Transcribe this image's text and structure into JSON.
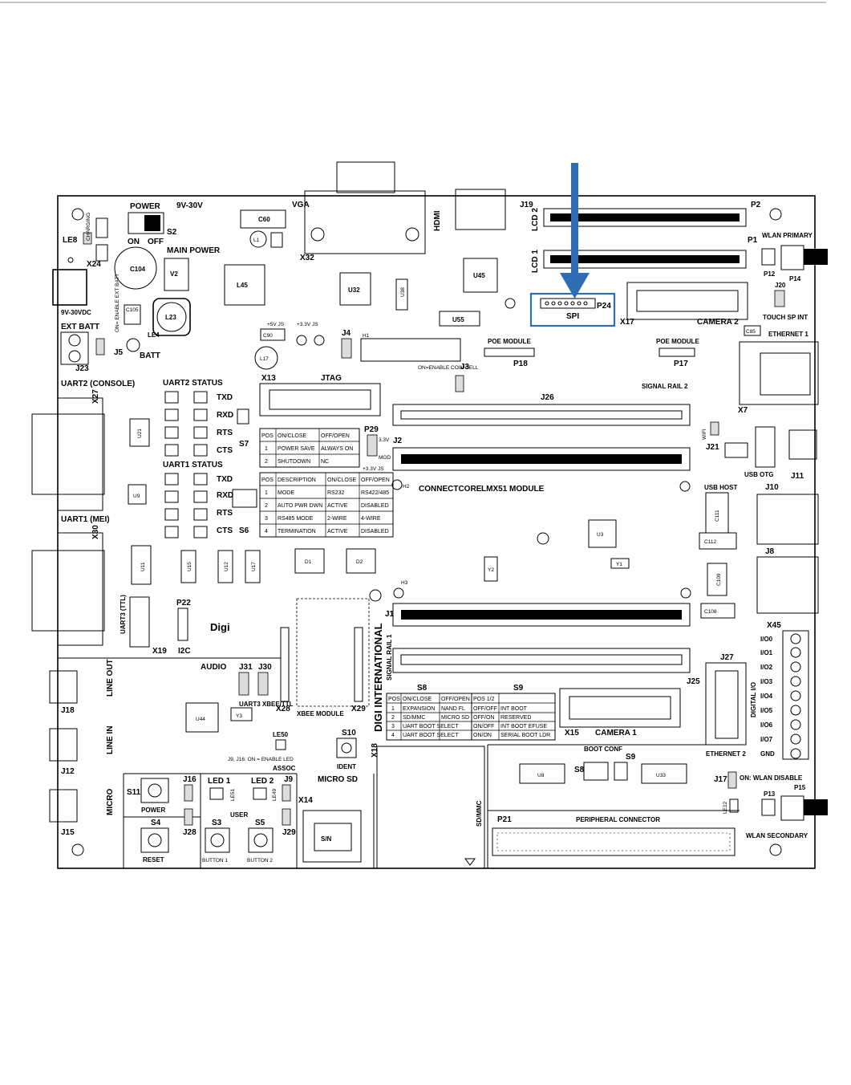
{
  "colors": {
    "highlight": "#2e6db4",
    "arrow": "#2e6db4",
    "ink": "#000000"
  },
  "labels": {
    "power": "POWER",
    "v9_30v": "9V-30V",
    "s2": "S2",
    "on": "ON",
    "off": "OFF",
    "main_power": "MAIN POWER",
    "le8": "LE8",
    "charging": "CHARGING",
    "x24": "X24",
    "c104": "C104",
    "v2": "V2",
    "l23": "L23",
    "l45": "L45",
    "v9_30vdc": "9V-30VDC",
    "on_enable_ext_batt": "ON= ENABLE EXT BATT",
    "ext_batt": "EXT BATT",
    "c105": "C105",
    "j23": "J23",
    "j5": "J5",
    "batt": "BATT",
    "le4": "LE4",
    "c60": "C60",
    "l1": "L1",
    "vga": "VGA",
    "x32": "X32",
    "u32": "U32",
    "u38": "U38",
    "hdmi": "HDMI",
    "j19": "J19",
    "u45": "U45",
    "u55": "U55",
    "lcd2": "LCD 2",
    "lcd1": "LCD 1",
    "p2": "P2",
    "p1": "P1",
    "wlan_primary": "WLAN PRIMARY",
    "p12": "P12",
    "p14": "P14",
    "spi": "SPI",
    "p24": "P24",
    "x17": "X17",
    "camera2": "CAMERA 2",
    "touch_sp_int": "TOUCH SP INT",
    "j20": "J20",
    "c85": "C85",
    "ethernet1": "ETHERNET 1",
    "poe_module_left": "POE MODULE",
    "p18": "P18",
    "poe_module_right": "POE MODULE",
    "p17": "P17",
    "v5_js": "+5V JS",
    "v33_js": "+3.3V JS",
    "j4": "J4",
    "c90": "C90",
    "h1": "H1",
    "l17": "L17",
    "x13": "X13",
    "jtag": "JTAG",
    "on_enable_coin_cell": "ON=ENABLE COIN CELL",
    "j3": "J3",
    "signal_rail_2": "SIGNAL RAIL 2",
    "j26_top": "J26",
    "x7": "X7",
    "uart2_console": "UART2 (CONSOLE)",
    "x27": "X27",
    "uart2_status": "UART2 STATUS",
    "txd": "TXD",
    "rxd": "RXD",
    "rts": "RTS",
    "cts": "CTS",
    "s7": "S7",
    "u21": "U21",
    "uart1_status": "UART1 STATUS",
    "s6": "S6",
    "u9": "U9",
    "p29": "P29",
    "v33": "3.3V",
    "j2": "J2",
    "mod": "MOD",
    "v33_js2": "+3.3V JS",
    "connectcore": "CONNECTCORE",
    "lmx51_module": "LMX51 MODULE",
    "h2": "H2",
    "h3": "H3",
    "u3": "U3",
    "y2": "Y2",
    "y1": "Y1",
    "j1": "J1",
    "j25": "J25",
    "wifi": "WIFI",
    "j21": "J21",
    "usb_otg": "USB OTG",
    "j11": "J11",
    "usb_host": "USB HOST",
    "j10": "J10",
    "c111": "C111",
    "c112": "C112",
    "j8": "J8",
    "c109": "C109",
    "c108": "C108",
    "uart1_mei": "UART1 (MEI)",
    "x30": "X30",
    "u11": "U11",
    "u15": "U15",
    "u12": "U12",
    "u17": "U17",
    "d1": "D1",
    "d2": "D2",
    "uart3_ttl": "UART3 (TTL)",
    "x19": "X19",
    "p22": "P22",
    "i2c": "I2C",
    "digi": "Digi",
    "digi_international": "DIGI INTERNATIONAL",
    "signal_rail_1": "SIGNAL RAIL 1",
    "audio": "AUDIO",
    "j31": "J31",
    "j30": "J30",
    "uart3_xbee_ttl": "UART3 XBEE/TTL",
    "line_out": "LINE OUT",
    "j18": "J18",
    "u44": "U44",
    "y3": "Y3",
    "x28": "X28",
    "xbee_module": "XBEE MODULE",
    "x29": "X29",
    "le50": "LE50",
    "assoc": "ASSOC",
    "s10": "S10",
    "ident": "IDENT",
    "line_in": "LINE IN",
    "j12": "J12",
    "j9_j16": "J9, J16: ON = ENABLE LED",
    "micro": "MICRO",
    "j15": "J15",
    "s11": "S11",
    "power_btn": "POWER",
    "s4": "S4",
    "reset": "RESET",
    "j16": "J16",
    "j28": "J28",
    "led1": "LED 1",
    "led2": "LED 2",
    "le51": "LE51",
    "le49": "LE49",
    "user": "USER",
    "s3": "S3",
    "s5": "S5",
    "button1": "BUTTON 1",
    "button2": "BUTTON 2",
    "j9": "J9",
    "j29": "J29",
    "x14": "X14",
    "micro_sd": "MICRO SD",
    "sn": "S/N",
    "x18": "X18",
    "sd_mmc": "SD/MMC",
    "s8": "S8",
    "s9": "S9",
    "x15": "X15",
    "camera1": "CAMERA 1",
    "j27": "J27",
    "ethernet2": "ETHERNET 2",
    "boot_conf": "BOOT CONF",
    "s8b": "S8",
    "s9b": "S9",
    "u8": "U8",
    "u33": "U33",
    "p21": "P21",
    "peripheral_connector": "PERIPHERAL CONNECTOR",
    "j17": "J17",
    "wlan_disable": "ON: WLAN DISABLE",
    "le12": "LE12",
    "p13": "P13",
    "p15": "P15",
    "wlan_secondary": "WLAN SECONDARY",
    "x45": "X45",
    "digital_io": "DIGITAL I/O",
    "gnd": "GND"
  },
  "io_pins": [
    "I/O0",
    "I/O1",
    "I/O2",
    "I/O3",
    "I/O4",
    "I/O5",
    "I/O6",
    "I/O7"
  ],
  "s7_table": {
    "headers": [
      "POS",
      "ON/CLOSE",
      "OFF/OPEN"
    ],
    "rows": [
      [
        "1",
        "POWER SAVE",
        "ALWAYS ON"
      ],
      [
        "2",
        "SHUTDOWN",
        "NC"
      ]
    ]
  },
  "s6_table": {
    "headers": [
      "POS",
      "DESCRIPTION",
      "ON/CLOSE",
      "OFF/OPEN"
    ],
    "rows": [
      [
        "1",
        "MODE",
        "RS232",
        "RS422/485"
      ],
      [
        "2",
        "AUTO PWR DWN",
        "ACTIVE",
        "DISABLED"
      ],
      [
        "3",
        "RS485 MODE",
        "2-WIRE",
        "4-WIRE"
      ],
      [
        "4",
        "TERMINATION",
        "ACTIVE",
        "DISABLED"
      ]
    ]
  },
  "s8_table": {
    "headers": [
      "POS",
      "ON/CLOSE",
      "OFF/OPEN"
    ],
    "rows": [
      [
        "1",
        "EXPANSION",
        "NAND FL"
      ],
      [
        "2",
        "SD/MMC",
        "MICRO SD"
      ],
      [
        "3",
        "UART BOOT SELECT",
        ""
      ],
      [
        "4",
        "UART BOOT SELECT",
        ""
      ]
    ]
  },
  "s9_table": {
    "headers": [
      "POS 1/2",
      ""
    ],
    "rows": [
      [
        "OFF/OFF",
        "INT BOOT"
      ],
      [
        "OFF/ON",
        "RESERVED"
      ],
      [
        "ON/OFF",
        "INT BOOT EFUSE"
      ],
      [
        "ON/ON",
        "SERIAL BOOT LDR"
      ]
    ]
  }
}
